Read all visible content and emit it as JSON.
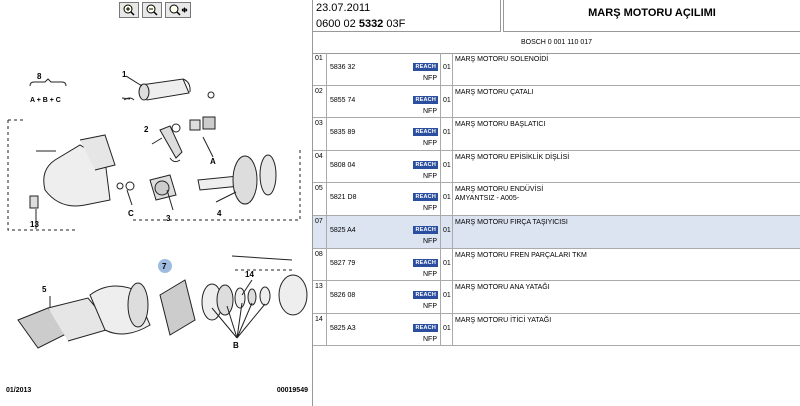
{
  "zoom_toolbar": {
    "buttons": [
      "zoom-in-icon",
      "zoom-out-icon",
      "zoom-fit-icon"
    ]
  },
  "diagram": {
    "callouts": [
      "1",
      "2",
      "3",
      "4",
      "5",
      "7",
      "8",
      "13",
      "14"
    ],
    "letters": {
      "a": "A",
      "b": "B",
      "c": "C",
      "formula": "A + B + C"
    },
    "footer_left": "01/2013",
    "footer_right": "00019549"
  },
  "header": {
    "date": "23.07.2011",
    "code_prefix": "0600 02 ",
    "code_bold": "5332",
    "code_suffix": " 03F",
    "title": "MARŞ MOTORU AÇILIMI",
    "reference": "BOSCH 0 001 110 017"
  },
  "rows": [
    {
      "idx": "01",
      "ref": "5836 32",
      "reach": "REACH",
      "nfp": "NFP",
      "qty": "01",
      "desc": "MARŞ MOTORU SOLENOİDİ",
      "desc2": ""
    },
    {
      "idx": "02",
      "ref": "5855 74",
      "reach": "REACH",
      "nfp": "NFP",
      "qty": "01",
      "desc": "MARŞ MOTORU ÇATALI",
      "desc2": ""
    },
    {
      "idx": "03",
      "ref": "5835 89",
      "reach": "REACH",
      "nfp": "NFP",
      "qty": "01",
      "desc": "MARŞ MOTORU BAŞLATICI",
      "desc2": ""
    },
    {
      "idx": "04",
      "ref": "5808 04",
      "reach": "REACH",
      "nfp": "NFP",
      "qty": "01",
      "desc": "MARŞ MOTORU EPİSİKLİK DİŞLİSİ",
      "desc2": ""
    },
    {
      "idx": "05",
      "ref": "5821 D8",
      "reach": "REACH",
      "nfp": "NFP",
      "qty": "01",
      "desc": "MARŞ MOTORU ENDÜVİSİ",
      "desc2": "AMYANTSIZ - A005-"
    },
    {
      "idx": "07",
      "ref": "5825 A4",
      "reach": "REACH",
      "nfp": "NFP",
      "qty": "01",
      "desc": "MARŞ MOTORU FIRÇA TAŞIYICISI",
      "desc2": ""
    },
    {
      "idx": "08",
      "ref": "5827 79",
      "reach": "REACH",
      "nfp": "NFP",
      "qty": "01",
      "desc": "MARŞ MOTORU FREN PARÇALARI TKM",
      "desc2": ""
    },
    {
      "idx": "13",
      "ref": "5826 08",
      "reach": "REACH",
      "nfp": "NFP",
      "qty": "01",
      "desc": "MARŞ MOTORU ANA YATAĞI",
      "desc2": ""
    },
    {
      "idx": "14",
      "ref": "5825 A3",
      "reach": "REACH",
      "nfp": "NFP",
      "qty": "01",
      "desc": "MARŞ MOTORU İTİCİ YATAĞI",
      "desc2": ""
    }
  ],
  "selected_row_index": 5,
  "colors": {
    "selected_row": "#dce4f2",
    "reach_badge": "#2b4f9e",
    "callout_highlight": "#9fbbe0"
  }
}
